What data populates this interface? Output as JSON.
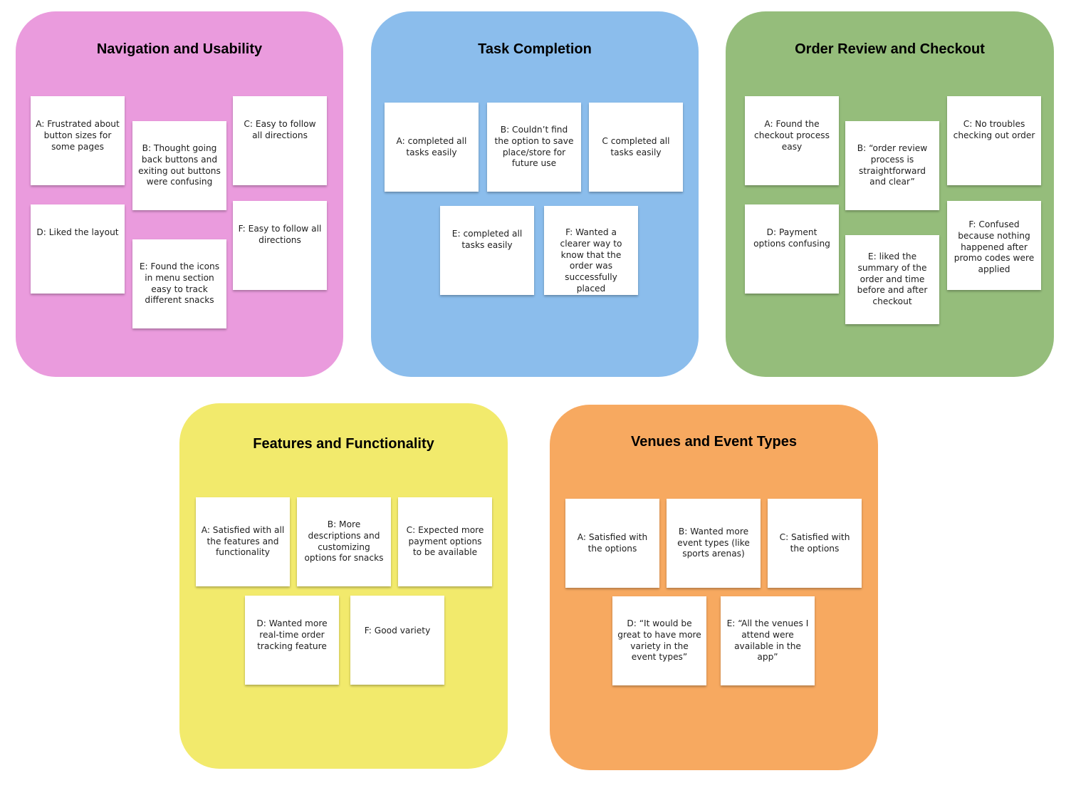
{
  "colors": {
    "navigation": "#ea9bdd",
    "task": "#8bbdec",
    "order": "#95bd7b",
    "features": "#f2ea6c",
    "venues": "#f7a960",
    "note": "#ffffff"
  },
  "sections": {
    "navigation": {
      "title": "Navigation and Usability",
      "notes": {
        "a": "A: Frustrated about button sizes for some pages",
        "b": "B: Thought going back buttons and exiting out buttons were confusing",
        "c": "C: Easy to follow all directions",
        "d": "D: Liked the layout",
        "e": "E: Found the icons in menu section easy to track different snacks",
        "f": "F: Easy to follow all directions"
      }
    },
    "task": {
      "title": "Task Completion",
      "notes": {
        "a": "A: completed all tasks easily",
        "b": "B: Couldn’t find the option to save place/store for future use",
        "c": "C completed all tasks easily",
        "e": "E: completed all tasks easily",
        "f": "F: Wanted a clearer way to know that the order was successfully placed"
      }
    },
    "order": {
      "title": "Order Review and Checkout",
      "notes": {
        "a": "A: Found the checkout process easy",
        "b": "B: “order review process is straightforward and clear”",
        "c": "C: No troubles checking out order",
        "d": "D: Payment options confusing",
        "e": "E: liked the summary of the order and time before and after checkout",
        "f": "F: Confused because nothing happened after promo codes were applied"
      }
    },
    "features": {
      "title": "Features and Functionality",
      "notes": {
        "a": "A: Satisfied with all the features and functionality",
        "b": "B: More descriptions and customizing options for snacks",
        "c": "C: Expected more payment options to be available",
        "d": "D: Wanted more real-time order tracking feature",
        "f": "F: Good variety"
      }
    },
    "venues": {
      "title": "Venues and Event Types",
      "notes": {
        "a": "A: Satisfied with the options",
        "b": "B: Wanted more event types (like sports arenas)",
        "c": "C: Satisfied with the options",
        "d": "D: “It would be great to have more variety in the event types”",
        "e": "E: “All the venues I attend were available in the app”"
      }
    }
  }
}
